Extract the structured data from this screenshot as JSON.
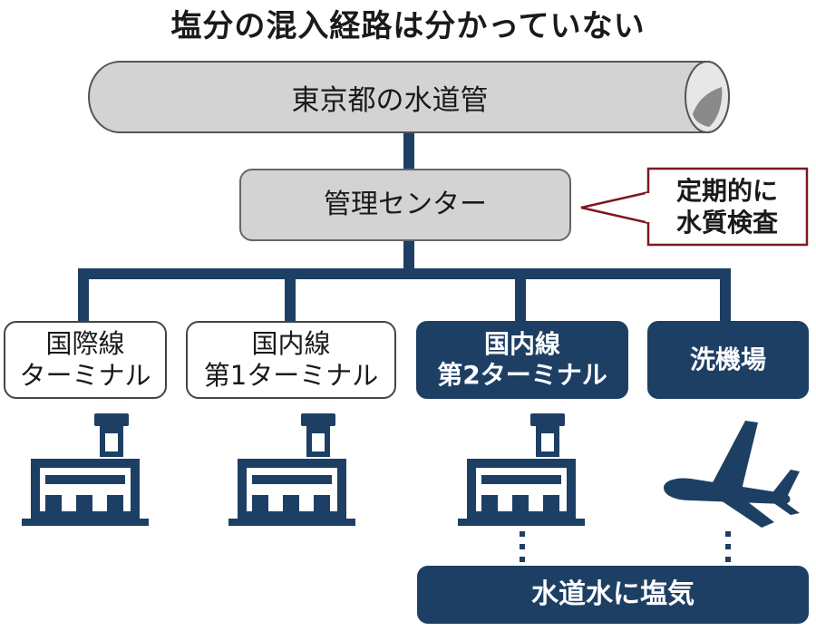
{
  "title": "塩分の混入経路は分かっていない",
  "pipe": {
    "label": "東京都の水道管"
  },
  "center": {
    "label": "管理センター"
  },
  "callout": {
    "line1": "定期的に",
    "line2": "水質検査"
  },
  "branches": [
    {
      "line1": "国際線",
      "line2": "ターミナル",
      "style": "outline"
    },
    {
      "line1": "国内線",
      "line2": "第1ターミナル",
      "style": "outline"
    },
    {
      "line1": "国内線",
      "line2": "第2ターミナル",
      "style": "highlight"
    },
    {
      "line1": "洗機場",
      "style": "highlight"
    }
  ],
  "result": {
    "label": "水道水に塩気"
  },
  "colors": {
    "navy": "#1e3f64",
    "gray": "#d3d3d3",
    "callout_border": "#7a1a22"
  },
  "icons": [
    "terminal-building-icon",
    "airplane-icon"
  ]
}
